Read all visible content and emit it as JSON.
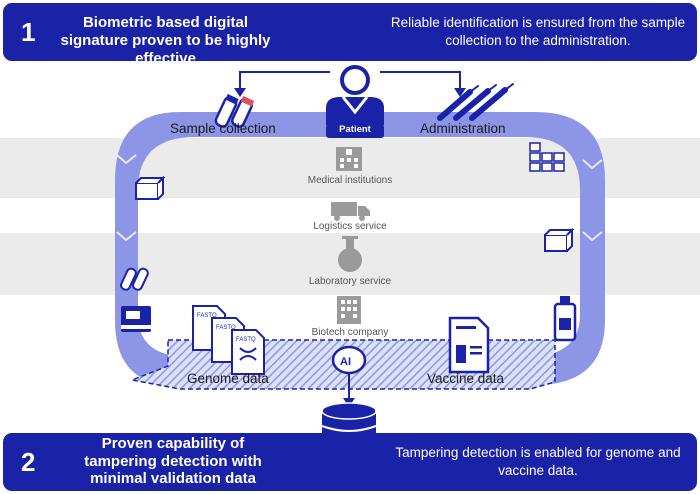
{
  "banner1": {
    "number": "1",
    "title": "Biometric based digital signature proven to be highly effective",
    "description": "Reliable identification is ensured from the sample collection to the administration."
  },
  "banner2": {
    "number": "2",
    "title": "Proven capability of tampering detection with minimal validation data",
    "description": "Tampering detection is enabled for genome and vaccine data."
  },
  "labels": {
    "patient": "Patient",
    "sample_collection": "Sample collection",
    "administration": "Administration",
    "genome_data": "Genome data",
    "vaccine_data": "Vaccine data",
    "file_tag": "FASTQ"
  },
  "stakeholders": [
    {
      "label": "Medical institutions",
      "icon": "hospital-icon"
    },
    {
      "label": "Logistics service",
      "icon": "truck-icon"
    },
    {
      "label": "Laboratory service",
      "icon": "flask-icon"
    },
    {
      "label": "Biotech company",
      "icon": "building-icon"
    }
  ],
  "ai_badge": "AI",
  "colors": {
    "navy": "#1a23a8",
    "loop": "#8d96e6",
    "hatch": "#aab4ee",
    "gray_stripe": "#ebebeb",
    "icon_gray": "#9a9a9a"
  }
}
